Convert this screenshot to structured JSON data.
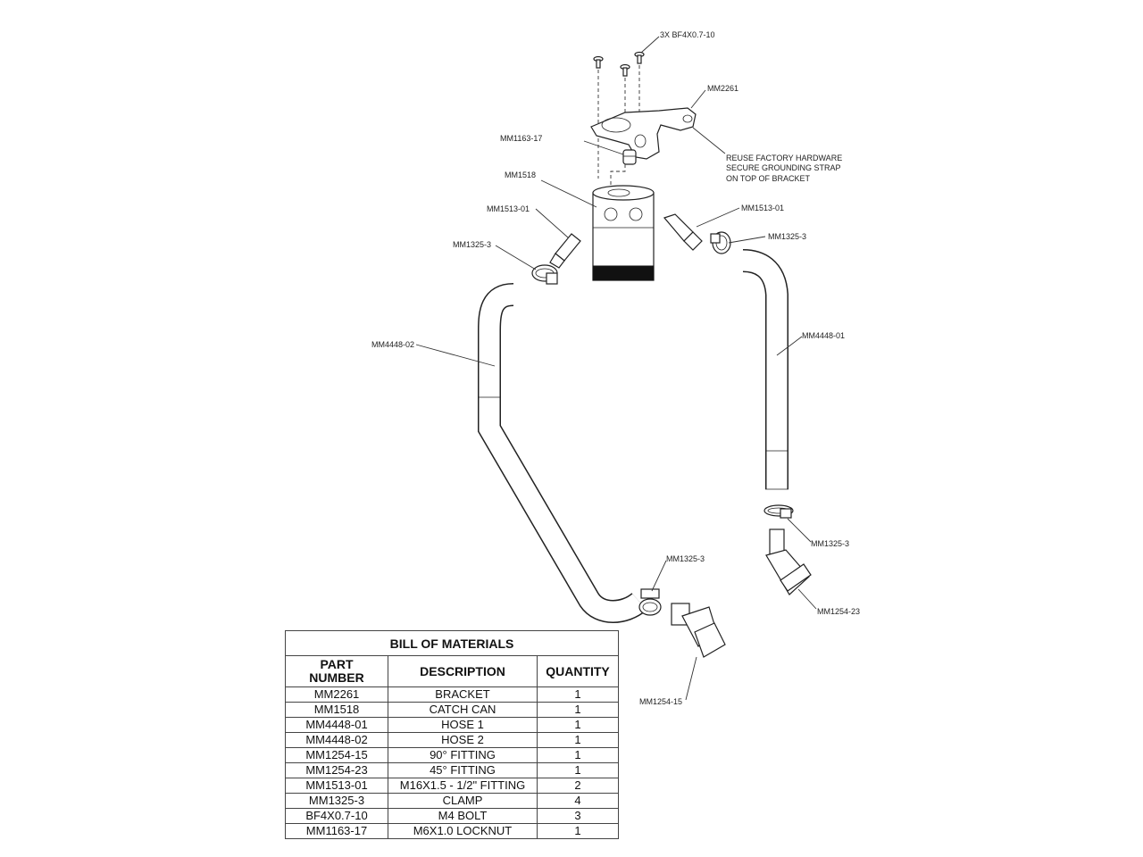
{
  "callouts": {
    "bolts": "3X BF4X0.7-10",
    "bracket": "MM2261",
    "locknut": "MM1163-17",
    "note_line1": "REUSE FACTORY HARDWARE",
    "note_line2": "SECURE GROUNDING STRAP",
    "note_line3": "ON TOP OF BRACKET",
    "catch_can": "MM1518",
    "fitting_left": "MM1513-01",
    "fitting_right": "MM1513-01",
    "clamp_left": "MM1325-3",
    "clamp_right": "MM1325-3",
    "hose_left": "MM4448-02",
    "hose_right": "MM4448-01",
    "clamp_lower_right": "MM1325-3",
    "fitting_45": "MM1254-23",
    "clamp_lower_left": "MM1325-3",
    "fitting_90": "MM1254-15"
  },
  "bom": {
    "title": "BILL OF MATERIALS",
    "headers": {
      "part_line1": "PART",
      "part_line2": "NUMBER",
      "description": "DESCRIPTION",
      "quantity": "QUANTITY"
    },
    "rows": [
      {
        "part": "MM2261",
        "description": "BRACKET",
        "qty": "1"
      },
      {
        "part": "MM1518",
        "description": "CATCH CAN",
        "qty": "1"
      },
      {
        "part": "MM4448-01",
        "description": "HOSE 1",
        "qty": "1"
      },
      {
        "part": "MM4448-02",
        "description": "HOSE 2",
        "qty": "1"
      },
      {
        "part": "MM1254-15",
        "description": "90° FITTING",
        "qty": "1"
      },
      {
        "part": "MM1254-23",
        "description": "45° FITTING",
        "qty": "1"
      },
      {
        "part": "MM1513-01",
        "description": "M16X1.5 - 1/2\" FITTING",
        "qty": "2"
      },
      {
        "part": "MM1325-3",
        "description": "CLAMP",
        "qty": "4"
      },
      {
        "part": "BF4X0.7-10",
        "description": "M4 BOLT",
        "qty": "3"
      },
      {
        "part": "MM1163-17",
        "description": "M6X1.0 LOCKNUT",
        "qty": "1"
      }
    ]
  }
}
